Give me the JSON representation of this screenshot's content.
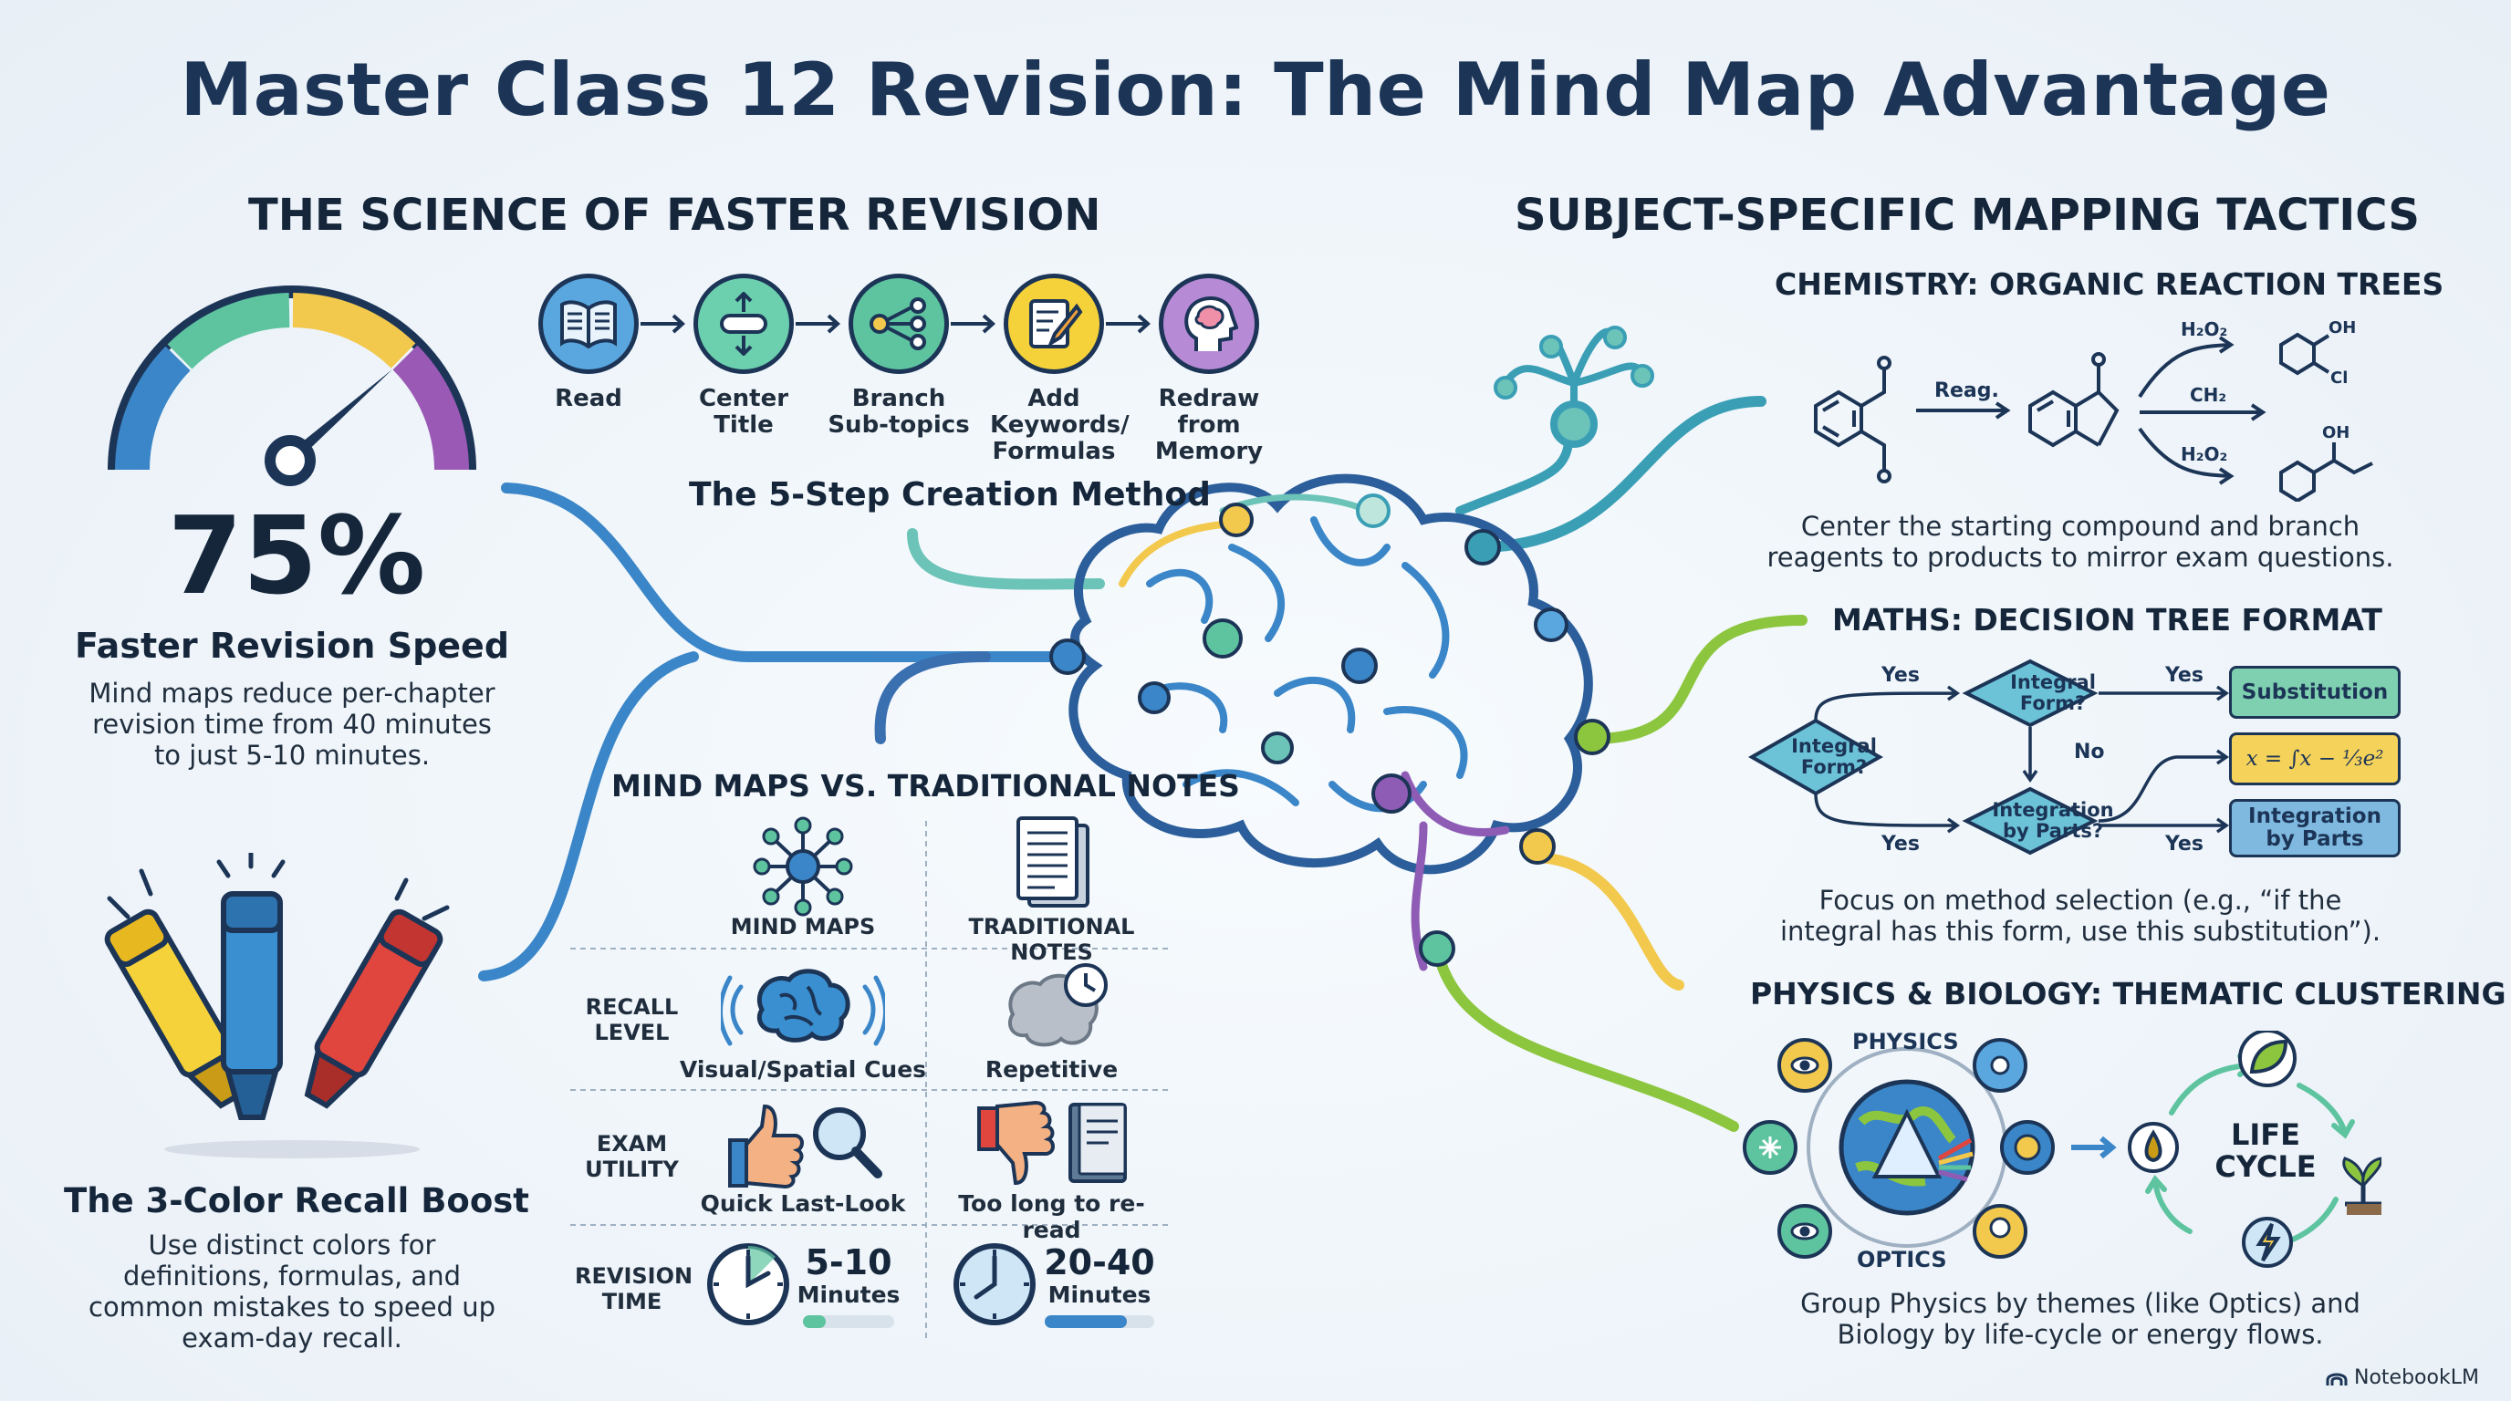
{
  "title": "Master Class 12 Revision: The Mind Map Advantage",
  "left_section": {
    "heading": "THE SCIENCE OF FASTER REVISION",
    "gauge": {
      "value": "75%",
      "fill_fraction": 0.75,
      "label": "Faster Revision Speed",
      "description": "Mind maps reduce per-chapter revision time from 40 minutes to just 5-10 minutes.",
      "segment_colors": [
        "#3a86c8",
        "#5ec4a0",
        "#f2c94c",
        "#9b59b6"
      ]
    },
    "color_boost": {
      "label": "The 3-Color Recall Boost",
      "description": "Use distinct colors for definitions, formulas, and common mistakes to speed up exam-day recall.",
      "highlighter_colors": [
        "#f5d23a",
        "#3a8fd0",
        "#e0463e"
      ]
    }
  },
  "steps": {
    "caption": "The 5-Step Creation Method",
    "items": [
      {
        "label": "Read",
        "icon": "book-icon",
        "color": "#5aa6df"
      },
      {
        "label": "Center Title",
        "icon": "center-title-icon",
        "color": "#6ccfae"
      },
      {
        "label": "Branch Sub-topics",
        "icon": "branch-icon",
        "color": "#5ec4a0"
      },
      {
        "label": "Add Keywords/ Formulas",
        "icon": "pencil-note-icon",
        "color": "#f5d23a"
      },
      {
        "label": "Redraw from Memory",
        "icon": "head-brain-icon",
        "color": "#b78ad6"
      }
    ]
  },
  "comparison": {
    "heading": "MIND MAPS VS. TRADITIONAL NOTES",
    "columns": [
      "MIND MAPS",
      "TRADITIONAL NOTES"
    ],
    "rows": [
      {
        "label": "RECALL LEVEL",
        "mind": "Visual/Spatial Cues",
        "trad": "Repetitive"
      },
      {
        "label": "EXAM UTILITY",
        "mind": "Quick Last-Look",
        "trad": "Too long to re-read"
      },
      {
        "label": "REVISION TIME",
        "mind_value": "5-10",
        "mind_unit": "Minutes",
        "trad_value": "20-40",
        "trad_unit": "Minutes",
        "mind_fill": 0.25,
        "trad_fill": 0.75
      }
    ]
  },
  "right_section": {
    "heading": "SUBJECT-SPECIFIC MAPPING TACTICS",
    "chemistry": {
      "heading": "CHEMISTRY: ORGANIC REACTION TREES",
      "reagent": "Reag.",
      "branches": [
        "H₂O₂",
        "CH₂",
        "H₂O₂"
      ],
      "substituents": [
        "OH",
        "Cl",
        "OH"
      ],
      "description": "Center the starting compound and branch reagents to products to mirror exam questions."
    },
    "maths": {
      "heading": "MATHS: DECISION TREE FORMAT",
      "nodes": {
        "start": "Integral Form?",
        "q1": "Integral Form?",
        "q2": "Integration by Parts?",
        "out1": "Substitution",
        "out2": "x = ∫x − ⅓e²",
        "out3": "Integration by Parts"
      },
      "edge_labels": {
        "yes1": "Yes",
        "yes2": "Yes",
        "no": "No",
        "yes3": "Yes",
        "yes4": "Yes"
      },
      "description": "Focus on method selection (e.g., “if the integral has this form, use this substitution”)."
    },
    "physbio": {
      "heading": "PHYSICS & BIOLOGY: THEMATIC CLUSTERING",
      "physics_label": "PHYSICS",
      "optics_label": "OPTICS",
      "cycle_label_1": "LIFE",
      "cycle_label_2": "CYCLE",
      "description": "Group Physics by themes (like Optics) and Biology by life-cycle or energy flows."
    }
  },
  "brand": "NotebookLM",
  "palette": {
    "navy": "#1c3557",
    "blue": "#3a86c8",
    "teal": "#5ec4a0",
    "yellow": "#f2c94c",
    "purple": "#8e5bb5",
    "green": "#8cc63f"
  }
}
